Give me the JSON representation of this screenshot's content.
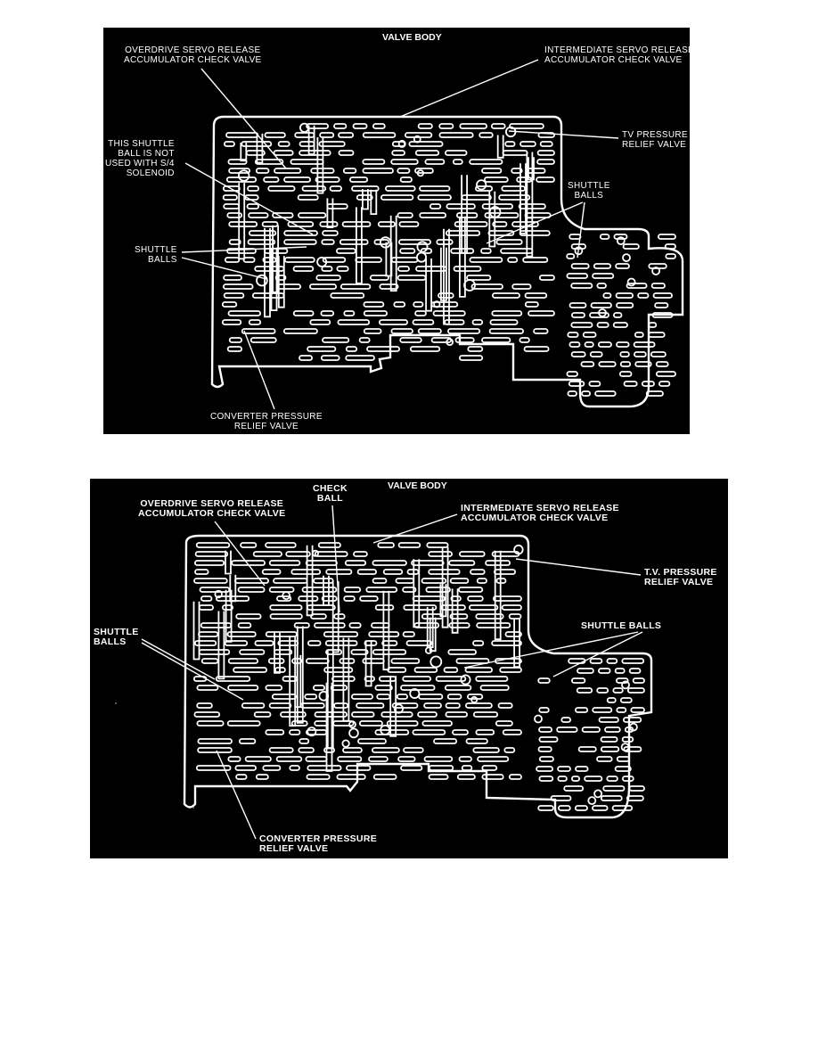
{
  "figures": [
    {
      "title": "VALVE BODY",
      "labels": {
        "od_servo": "OVERDRIVE SERVO RELEASE\nACCUMULATOR CHECK VALVE",
        "int_servo": "INTERMEDIATE SERVO RELEASE\nACCUMULATOR CHECK VALVE",
        "tv_relief": "TV PRESSURE\nRELIEF VALVE",
        "shuttle_note": "THIS SHUTTLE\nBALL IS NOT\nUSED WITH S/4\nSOLENOID",
        "shuttle_right": "SHUTTLE\nBALLS",
        "shuttle_left": "SHUTTLE\nBALLS",
        "converter": "CONVERTER PRESSURE\nRELIEF VALVE"
      }
    },
    {
      "title": "VALVE BODY",
      "labels": {
        "od_servo": "OVERDRIVE SERVO RELEASE\nACCUMULATOR CHECK VALVE",
        "check_ball": "CHECK\nBALL",
        "int_servo": "INTERMEDIATE SERVO RELEASE\nACCUMULATOR CHECK VALVE",
        "tv_relief": "T.V. PRESSURE\nRELIEF VALVE",
        "shuttle_left": "SHUTTLE\nBALLS",
        "shuttle_right": "SHUTTLE BALLS",
        "converter": "CONVERTER PRESSURE\nRELIEF VALVE"
      }
    }
  ]
}
